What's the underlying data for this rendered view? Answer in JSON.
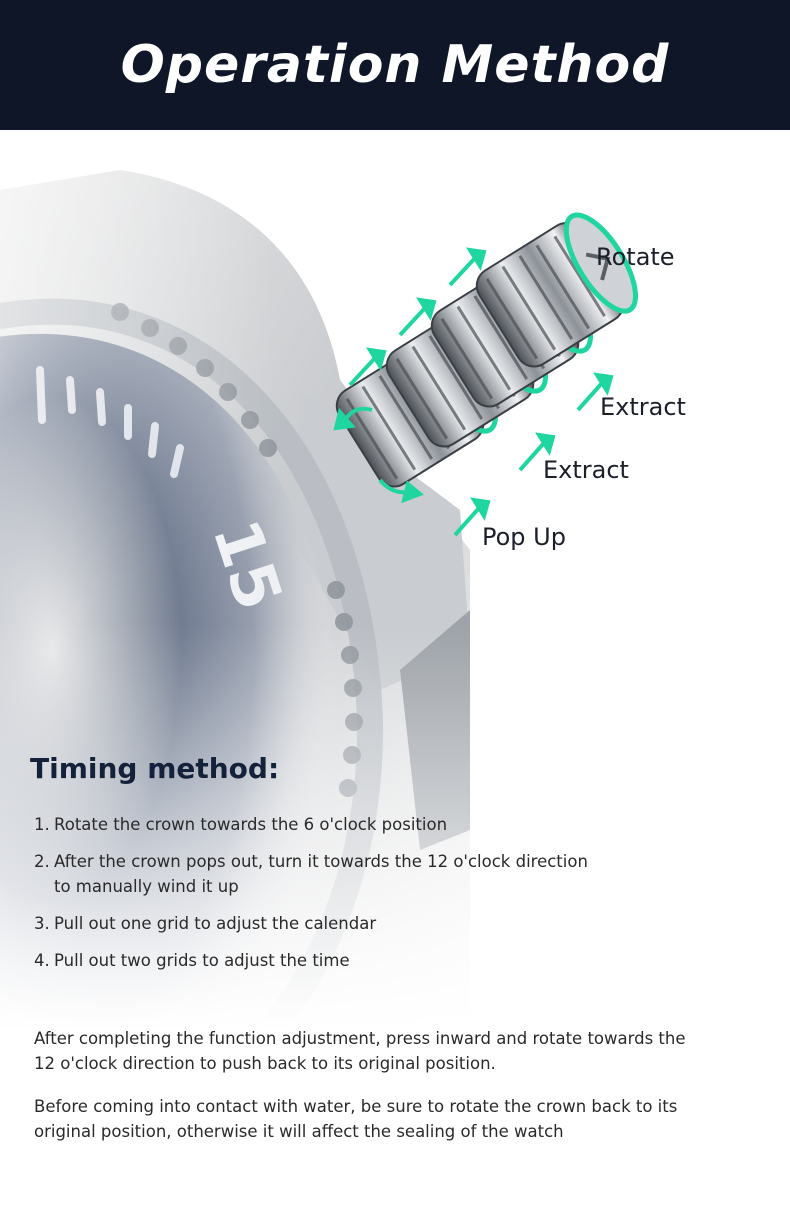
{
  "header": {
    "title": "Operation Method",
    "background": "#0e1628"
  },
  "diagram": {
    "callouts": {
      "rotate": "Rotate",
      "extract_1": "Extract",
      "extract_2": "Extract",
      "pop_up": "Pop Up"
    },
    "bezel_numeral": "15",
    "arrow_color": "#1fd6a0",
    "bezel_color": "#2e3f5e"
  },
  "timing": {
    "heading": "Timing method:",
    "steps": [
      {
        "num": "1.",
        "text": "Rotate the crown towards the 6 o'clock position",
        "cont": ""
      },
      {
        "num": "2.",
        "text": "After the crown pops out, turn it towards the 12 o'clock direction",
        "cont": "to manually wind it up"
      },
      {
        "num": "3.",
        "text": "Pull out one grid to adjust the calendar",
        "cont": ""
      },
      {
        "num": "4.",
        "text": "Pull out two grids to adjust the time",
        "cont": ""
      }
    ]
  },
  "notes": {
    "p1_line1": "After completing the function adjustment, press inward and rotate towards the",
    "p1_line2": "12 o'clock direction to push back to its original position.",
    "p2_line1": "Before coming into contact with water, be sure to rotate the crown back to its",
    "p2_line2": "original position, otherwise it will affect the sealing of the watch"
  }
}
